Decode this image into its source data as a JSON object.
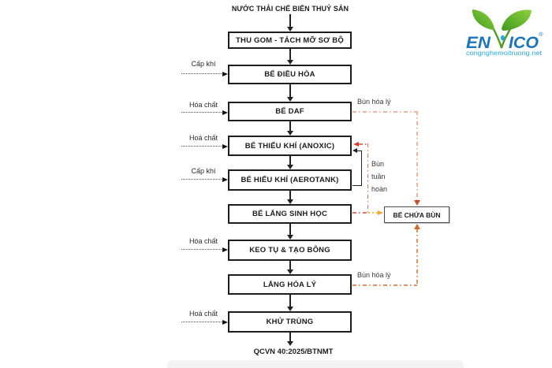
{
  "title": "NƯỚC THẢI CHẾ BIẾN THUỶ SẢN",
  "outflow_standard": "QCVN 40:2025/BTNMT",
  "flow": {
    "steps": [
      "THU GOM - TÁCH MỠ SƠ BỘ",
      "BỂ ĐIỀU HÒA",
      "BỂ DAF",
      "BỂ THIẾU KHÍ (ANOXIC)",
      "BỂ HIẾU KHÍ (AEROTANK)",
      "BỂ LẮNG SINH HỌC",
      "KEO TỤ & TẠO BÔNG",
      "LẮNG HÓA LÝ",
      "KHỬ TRÙNG"
    ]
  },
  "left_inputs": [
    {
      "label": "Cấp khí",
      "target": "BỂ ĐIỀU HÒA"
    },
    {
      "label": "Hóa chất",
      "target": "BỂ DAF"
    },
    {
      "label": "Hoá chất",
      "target": "BỂ THIẾU KHÍ (ANOXIC)"
    },
    {
      "label": "Cấp khí",
      "target": "BỂ HIẾU KHÍ (AEROTANK)"
    },
    {
      "label": "Hóa chất",
      "target": "KEO TỤ & TẠO BÔNG"
    },
    {
      "label": "Hoá chất",
      "target": "KHỬ TRÙNG"
    }
  ],
  "sludge": {
    "tank_label": "BỂ CHỨA BÙN",
    "daf_sludge_label": "Bùn hóa lý",
    "physchem_sludge_label": "Bùn hóa lý",
    "recirculation_label_lines": {
      "l1": "Bùn",
      "l2": "tuần",
      "l3": "hoàn"
    }
  },
  "logo": {
    "text_left": "EN",
    "text_right": "ICO",
    "registered": "®",
    "website": "congnghemoitruong.net"
  },
  "colors": {
    "background": "#ffffff",
    "box_border": "#1d1d1d",
    "sludge_tank_border": "#4a4a4a",
    "daf_sludge_line": "#ecb69e",
    "daf_sludge_arrow": "#c0512d",
    "recirculation_line": "#e4746a",
    "recirculation_arrow": "#d43d2a",
    "clarifier_sludge_line": "#f3c34a",
    "clarifier_sludge_arrow": "#f0a830",
    "physchem_sludge_line": "#e2925e",
    "physchem_sludge_arrow": "#d06c2a",
    "logo_green": "#6ab82e",
    "logo_blue": "#1b75bb",
    "logo_site_blue": "#2aa9e0"
  }
}
